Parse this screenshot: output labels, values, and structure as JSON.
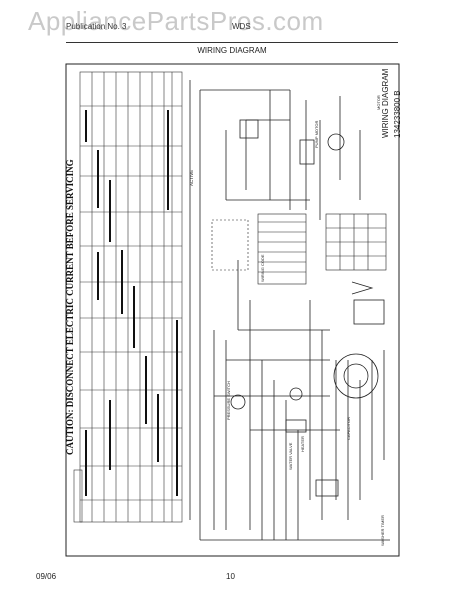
{
  "watermark": "AppliancePartsPros.com",
  "header": {
    "left_text": "Publication No. 3",
    "right_text": "WDS",
    "title": "WIRING DIAGRAM"
  },
  "diagram": {
    "caution": "CAUTION: DISCONNECT ELECTRIC CURRENT BEFORE SERVICING",
    "label_title": "WIRING DIAGRAM",
    "part_number": "134233800 B",
    "labels": {
      "active": "ACTIVE",
      "pump_motor": "PUMP MOTOR",
      "motor": "MOTOR",
      "capacitor": "CAPACITOR",
      "water_valve": "WATER VALVE",
      "heater": "HEATER",
      "wiring_code": "WIRING CODE",
      "pressure_switch": "PRESSURE SWITCH",
      "washer_timer": "WASHER TIMER"
    }
  },
  "footer": {
    "date": "09/06",
    "page": "10"
  }
}
